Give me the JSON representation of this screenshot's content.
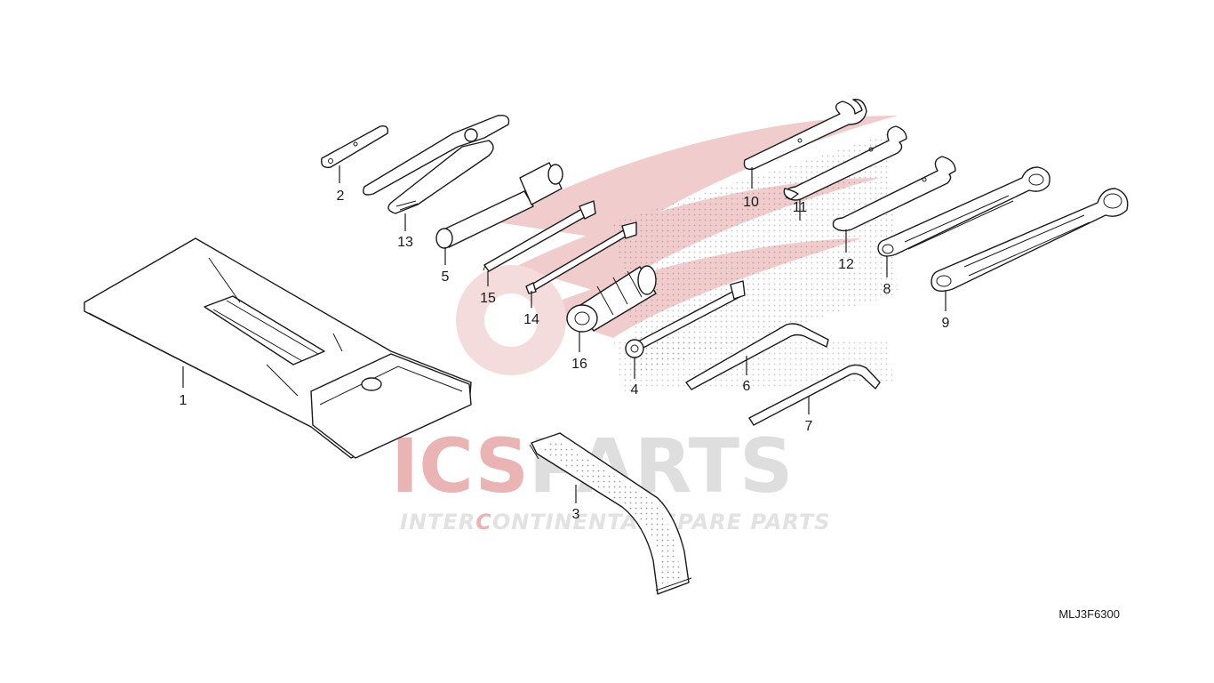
{
  "diagram": {
    "code": "MLJ3F6300",
    "callouts": {
      "tool_bag": "1",
      "spanner_small": "2",
      "band": "3",
      "socket_bar": "4",
      "box_wrench": "5",
      "hex_wrench_6": "6",
      "hex_wrench_7": "7",
      "combo_wrench_8": "8",
      "combo_wrench_9": "9",
      "open_wrench_10": "10",
      "open_wrench_11": "11",
      "open_wrench_12": "12",
      "pliers": "13",
      "screwdriver_14": "14",
      "screwdriver_15": "15",
      "handle": "16"
    }
  },
  "watermark": {
    "brand_ics": "ICS",
    "brand_parts": "PARTS",
    "tagline_a": "INTER",
    "tagline_b": "C",
    "tagline_c": "ONTINENTAL SPARE PARTS",
    "color_red": "#e8a9ab",
    "color_gray": "#dcdcdc"
  }
}
